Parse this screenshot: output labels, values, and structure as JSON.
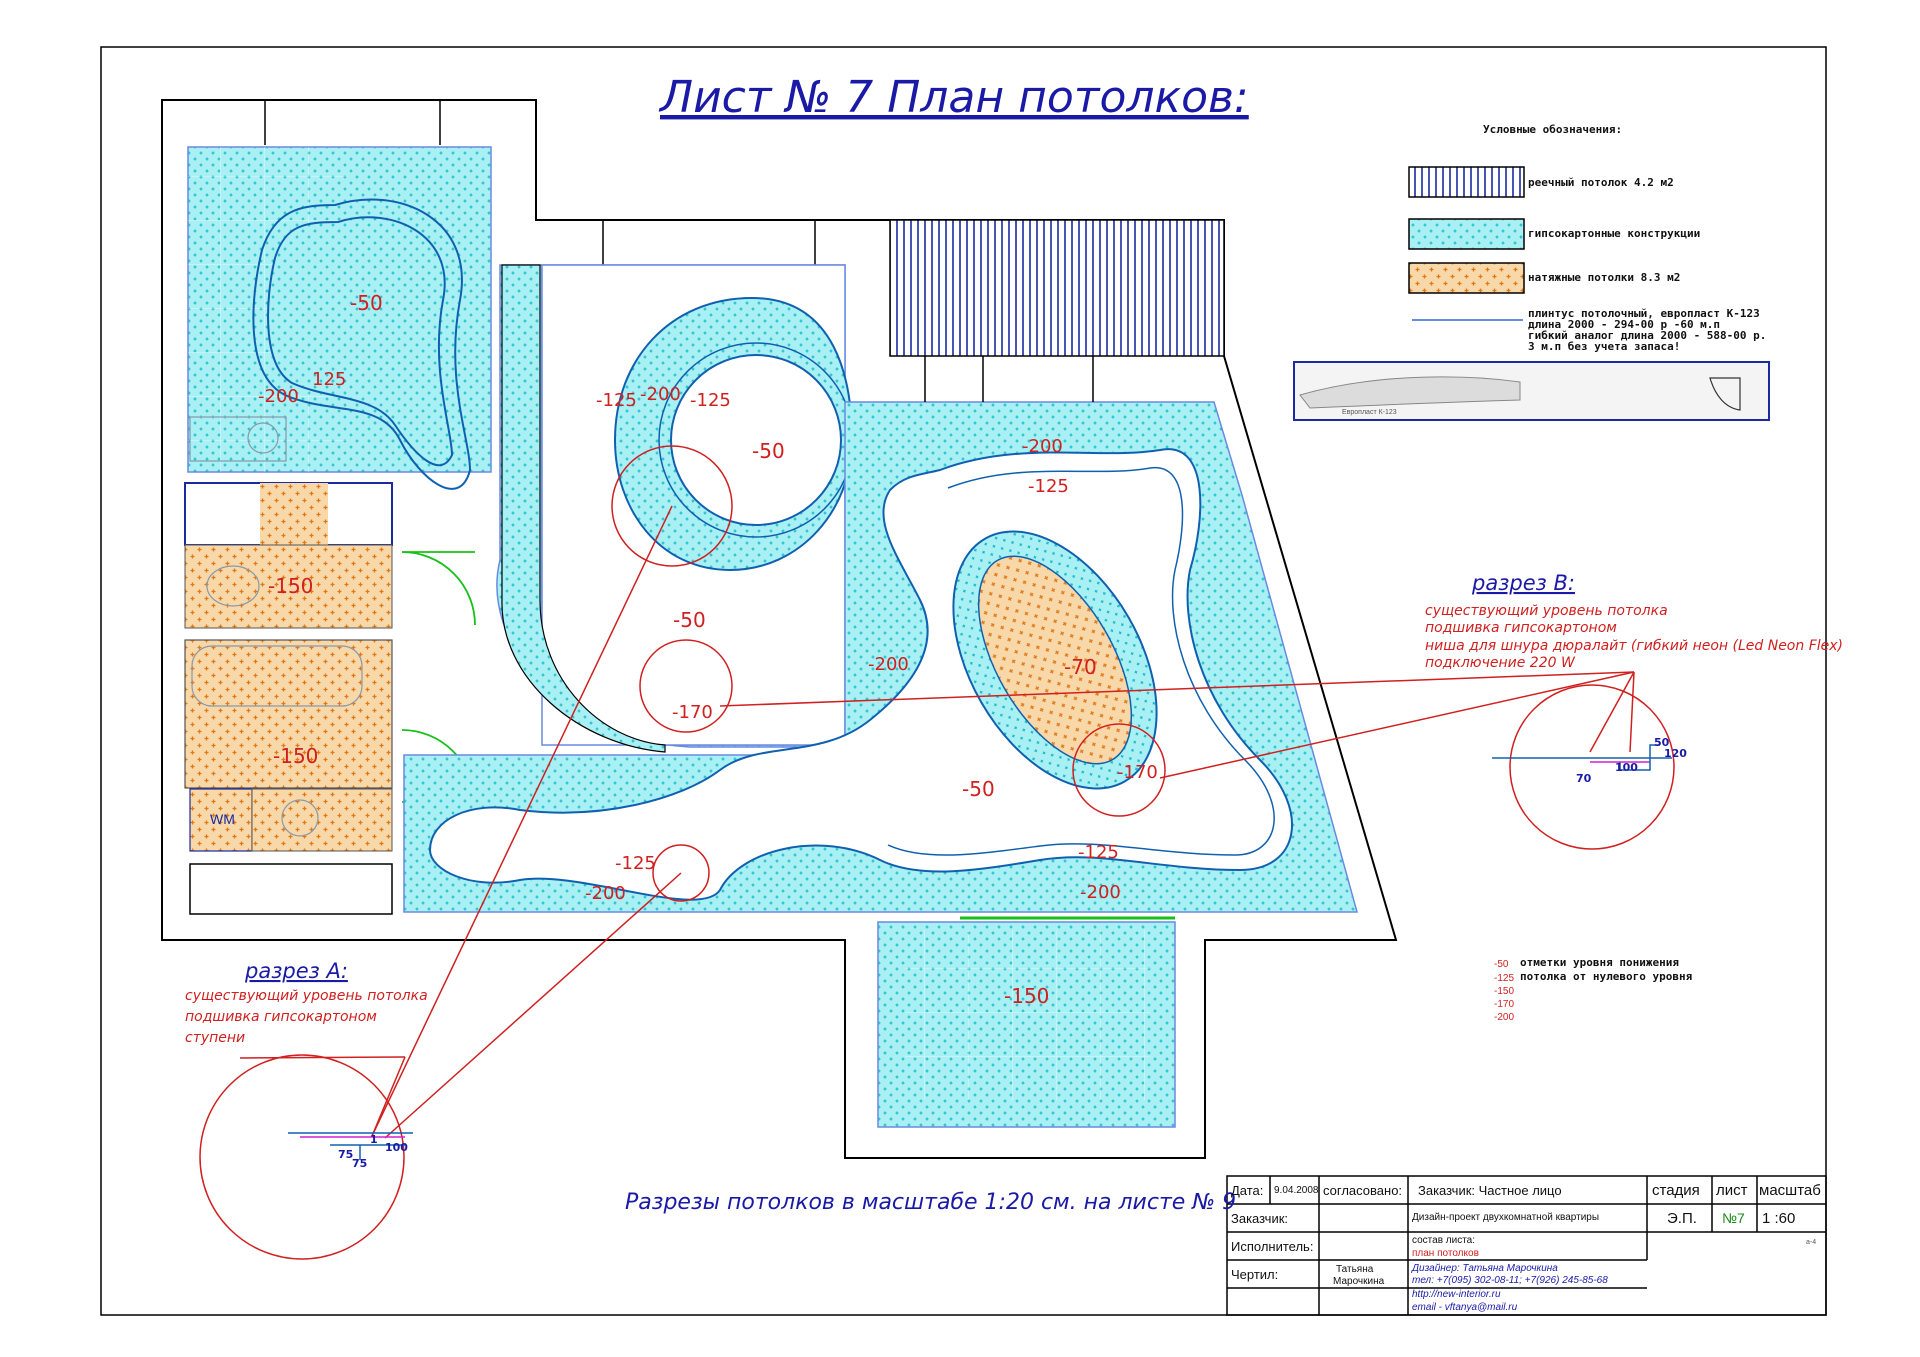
{
  "title": "Лист № 7 План потолков:",
  "legend": {
    "heading": "Условные обозначения:",
    "items": [
      {
        "label": "реечный потолок 4.2 м2",
        "pattern": "slats"
      },
      {
        "label": "гипсокартонные конструкции",
        "pattern": "drywall"
      },
      {
        "label": "натяжные потолки 8.3 м2",
        "pattern": "stretch"
      }
    ],
    "molding_lines": [
      "плинтус потолочный, европласт К-123",
      "длина 2000 - 294-00 р -60 м.п",
      "гибкий аналог длина 2000 - 588-00 р.",
      "3 м.п без учета запаса!"
    ],
    "molding_caption": "Европласт К-123"
  },
  "levels": {
    "kitchen_inner": "-50",
    "kitchen_ring_125": "125",
    "kitchen_ring_200": "-200",
    "bath1": "-150",
    "bath2": "-150",
    "ring_left_125": "-125",
    "ring_left_200": "-200",
    "ring_right_125": "-125",
    "ring_center": "-50",
    "center": "-50",
    "center_170": "-170",
    "right_200_top": "-200",
    "right_125_top": "-125",
    "right_200_left": "-200",
    "ellipse_70": "-70",
    "ellipse_170": "-170",
    "right_center": "-50",
    "bottom_125_left": "-125",
    "bottom_200_left": "-200",
    "bottom_125_right": "-125",
    "bottom_200_right": "-200",
    "balcony": "-150"
  },
  "wm_label": "WM",
  "section_a": {
    "heading": "разрез А:",
    "lines": [
      "существующий уровень потолка",
      "подшивка гипсокартоном",
      "ступени"
    ],
    "dims": [
      "75",
      "75",
      "100",
      "1"
    ]
  },
  "section_b": {
    "heading": "разрез В:",
    "lines": [
      "существующий уровень потолка",
      "подшивка гипсокартоном",
      "ниша для шнура дюралайт (гибкий неон  (Led Neon Flex)",
      "подключение 220 W"
    ],
    "dims": [
      "70",
      "100",
      "50",
      "120"
    ]
  },
  "level_notes": {
    "values": [
      "-50",
      "-125",
      "-150",
      "-170",
      "-200"
    ],
    "text_line1": "отметки уровня понижения",
    "text_line2": "потолка от нулевого уровня"
  },
  "scale_note": "Разрезы потолков в масштабе 1:20 см. на листе № 9",
  "title_block": {
    "date_label": "Дата:",
    "date_value": "9.04.2008",
    "agreed_label": "согласовано:",
    "customer_header": "Заказчик: Частное лицо",
    "stage_label": "стадия",
    "sheet_label": "лист",
    "scale_label": "масштаб",
    "customer_label": "Заказчик:",
    "project_name": "Дизайн-проект двухкомнатной квартиры",
    "stage_value": "Э.П.",
    "sheet_value": "№7",
    "scale_value": "1 :60",
    "executor_label": "Исполнитель:",
    "content_label": "состав листа:",
    "content_value": "план потолков",
    "sheet_code": "а-4",
    "drawn_label": "Чертил:",
    "drawn_name_1": "Татьяна",
    "drawn_name_2": "Марочкина",
    "designer": "Дизайнер: Татьяна Марочкина",
    "phone": "тел: +7(095) 302-08-11; +7(926) 245-85-68",
    "site": "http://new-interior.ru",
    "email": "email - vftanya@mail.ru"
  },
  "colors": {
    "outline": "#000000",
    "drywall_fill": "#a8f0f4",
    "drywall_cross": "#18b8c8",
    "stretch_fill": "#f8d8a8",
    "stretch_cross": "#e07818",
    "contour": "#1060b0",
    "red": "#d02020",
    "title_blue": "#1a1aa6",
    "door_green": "#18c018",
    "slat_blue": "#1a2aa0"
  }
}
